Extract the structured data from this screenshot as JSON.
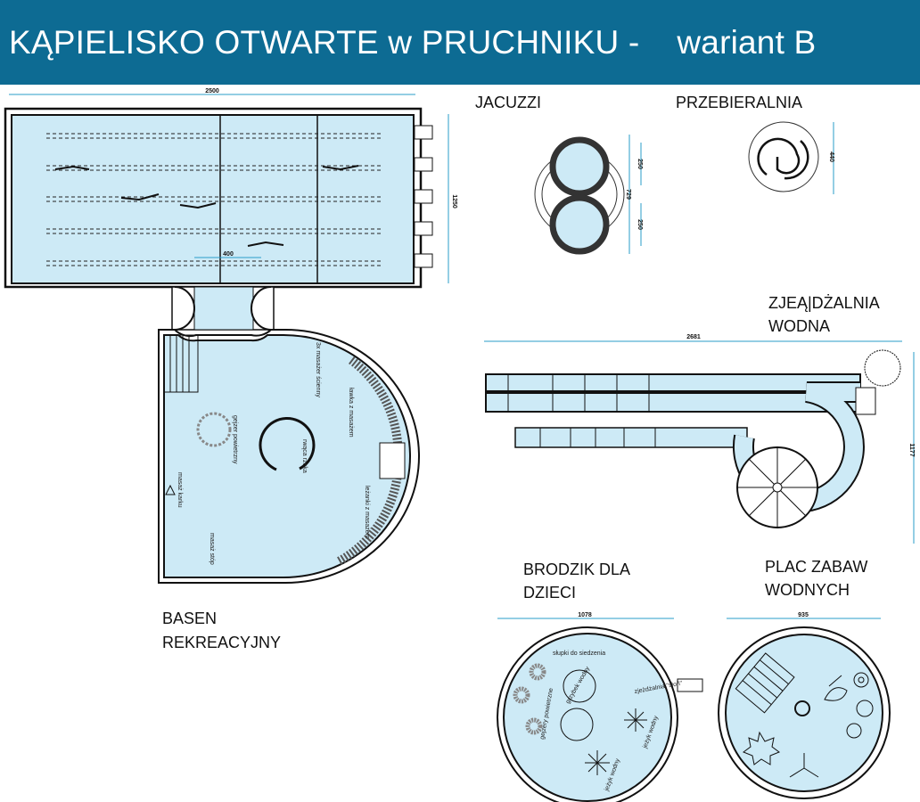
{
  "header": {
    "title": "KĄPIELISKO OTWARTE w PRUCHNIKU -    wariant B"
  },
  "colors": {
    "header_bg": "#0d6b93",
    "water": "#cdeaf6",
    "dimension": "#2a9ec9"
  },
  "sports_pool": {
    "dims": {
      "length": "2500",
      "width": "1250",
      "lane": "400"
    }
  },
  "recreation_pool": {
    "label_line1": "BASEN",
    "label_line2": "REKREACYJNY",
    "notes": [
      "3x masażer ścienny",
      "gejzer powietrzny",
      "ławka z masażem",
      "leżanki z masażem",
      "rwąca rzeka",
      "masaż karku",
      "masaż stóp"
    ]
  },
  "jacuzzi": {
    "label": "JACUZZI",
    "dims": {
      "total": "729",
      "top": "250",
      "bottom": "250"
    }
  },
  "changing_room": {
    "label": "PRZEBIERALNIA",
    "dims": {
      "diameter": "440"
    }
  },
  "water_slide": {
    "label_line1": "ZJEĄ|DŻALNIA",
    "label_line2": "WODNA",
    "dims": {
      "length": "2681",
      "width": "1177"
    }
  },
  "kids_pool": {
    "label_line1": "BRODZIK DLA",
    "label_line2": "DZIECI",
    "dims": {
      "diameter": "1078"
    },
    "notes": [
      "słupki do siedzenia",
      "gejzery powietrzne",
      "zjeżdżalnia \"słoń\"",
      "grzybek wodny",
      "jeżyk wodny",
      "jeżyk wodny"
    ]
  },
  "water_playground": {
    "label_line1": "PLAC ZABAW",
    "label_line2": "WODNYCH",
    "dims": {
      "diameter": "935"
    }
  }
}
